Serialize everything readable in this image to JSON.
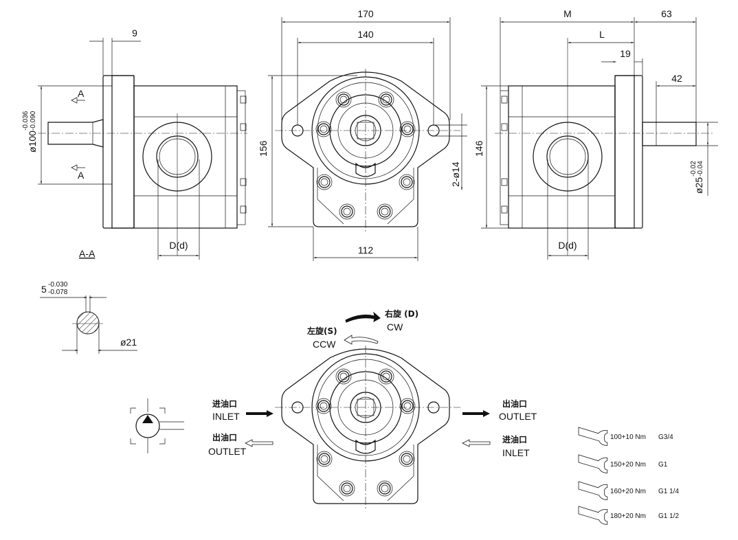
{
  "dimensions": {
    "flange_thickness": "9",
    "overall_width": "170",
    "bolt_spacing": "140",
    "overall_height_front": "156",
    "mount_holes": "2-ø14",
    "body_width": "112",
    "length_M": "M",
    "length_L": "L",
    "shaft_offset": "63",
    "flange_to_shaft": "19",
    "shaft_length": "42",
    "overall_height_side": "146",
    "port_left": "D(d)",
    "port_right": "D(d)",
    "pilot_diameter": "ø100",
    "pilot_tol_upper": "-0.036",
    "pilot_tol_lower": "-0.090",
    "shaft_diameter": "ø25",
    "shaft_tol_upper": "-0.02",
    "shaft_tol_lower": "-0.04",
    "section_mark_top": "A",
    "section_mark_bottom": "A",
    "section_label": "A-A"
  },
  "spline": {
    "key_width": "5",
    "key_tol_upper": "-0.030",
    "key_tol_lower": "-0.078",
    "diameter": "ø21"
  },
  "rotation": {
    "cw_cn": "右旋 (D)",
    "cw": "CW",
    "ccw_cn": "左旋(S)",
    "ccw": "CCW"
  },
  "ports": {
    "left_inlet_cn": "进油口",
    "left_inlet": "INLET",
    "left_outlet_cn": "出油口",
    "left_outlet": "OUTLET",
    "right_outlet_cn": "出油口",
    "right_outlet": "OUTLET",
    "right_inlet_cn": "进油口",
    "right_inlet": "INLET"
  },
  "torque": [
    {
      "torque": "100+10 Nm",
      "thread": "G3/4"
    },
    {
      "torque": "150+20 Nm",
      "thread": "G1"
    },
    {
      "torque": "160+20 Nm",
      "thread": "G1 1/4"
    },
    {
      "torque": "180+20 Nm",
      "thread": "G1 1/2"
    }
  ]
}
